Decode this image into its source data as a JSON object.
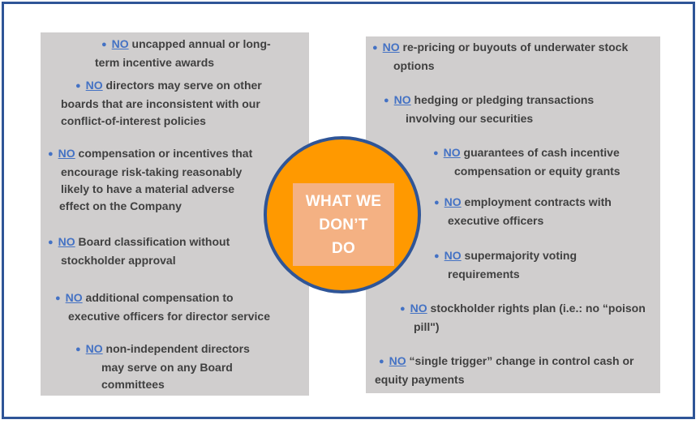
{
  "center": {
    "title": "WHAT WE\nDON’T\nDO"
  },
  "no_word": "NO",
  "left_items": [
    {
      "l1": "uncapped annual or long-",
      "l2": "term incentive awards"
    },
    {
      "l1": "directors may serve on other",
      "l2": "boards that are inconsistent with our",
      "l3": "conflict-of-interest policies"
    },
    {
      "l1": "compensation or incentives that",
      "l2": "encourage risk-taking reasonably",
      "l3": "likely to  have a material adverse",
      "l4": "effect on the Company"
    },
    {
      "l1": "Board classification without",
      "l2": "stockholder approval"
    },
    {
      "l1": "additional compensation to",
      "l2": "executive officers for director service"
    },
    {
      "l1": "non-independent directors",
      "l2": "may serve on any Board",
      "l3": "committees"
    }
  ],
  "right_items": [
    {
      "l1": "re-pricing or buyouts of underwater stock",
      "l2": "options"
    },
    {
      "l1": "hedging or pledging transactions",
      "l2": "involving our securities"
    },
    {
      "l1": "guarantees of cash incentive",
      "l2": "compensation or equity grants"
    },
    {
      "l1": "employment contracts with",
      "l2": "executive officers"
    },
    {
      "l1": "supermajority voting",
      "l2": "requirements"
    },
    {
      "l1": "stockholder rights plan (i.e.: no “poison",
      "l2": "pill\")"
    },
    {
      "l1": "“single trigger” change in control cash or",
      "l2": "equity payments"
    }
  ]
}
